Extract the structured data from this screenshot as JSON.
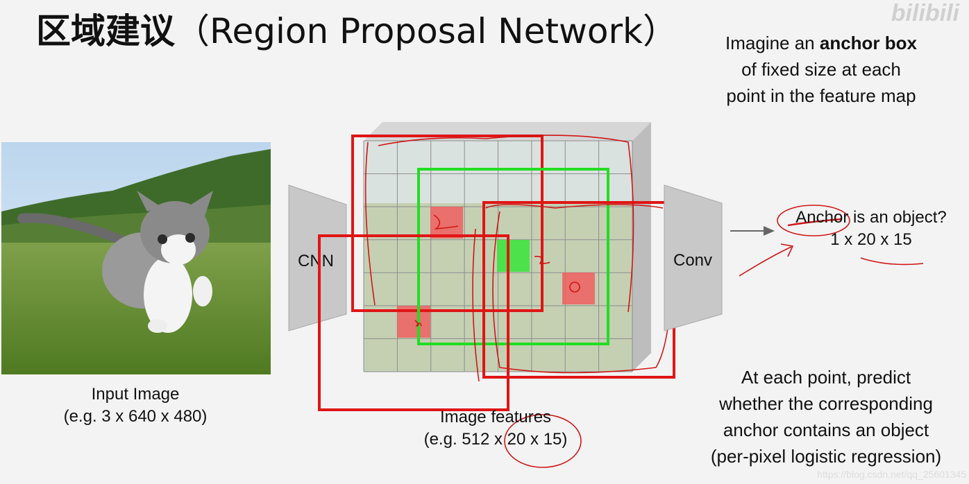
{
  "title_cn": "区域建议",
  "title_en": "（Region Proposal Network）",
  "anchor_note": {
    "line1_pre": "Imagine an ",
    "line1_bold": "anchor box",
    "line2": "of fixed size at each",
    "line3": "point in the feature map"
  },
  "input_label": {
    "line1": "Input Image",
    "line2": "(e.g. 3 x 640 x 480)"
  },
  "features_label": {
    "line1": "Image features",
    "line2": "(e.g. 512 x 20 x 15)"
  },
  "cnn_label": "CNN",
  "conv_label": "Conv",
  "question": {
    "line1": "Anchor is an object?",
    "line2": "1 x 20 x 15"
  },
  "predict_note": {
    "line1": "At each point, predict",
    "line2": "whether the corresponding",
    "line3": "anchor contains an object",
    "line4": "(per-pixel logistic regression)"
  },
  "watermark": "bilibili",
  "url": "https://blog.csdn.net/qq_25601345",
  "colors": {
    "red": "#e01515",
    "green": "#22dd22",
    "gray": "#c8c8c8",
    "gray_dark": "#a8a8a8"
  }
}
